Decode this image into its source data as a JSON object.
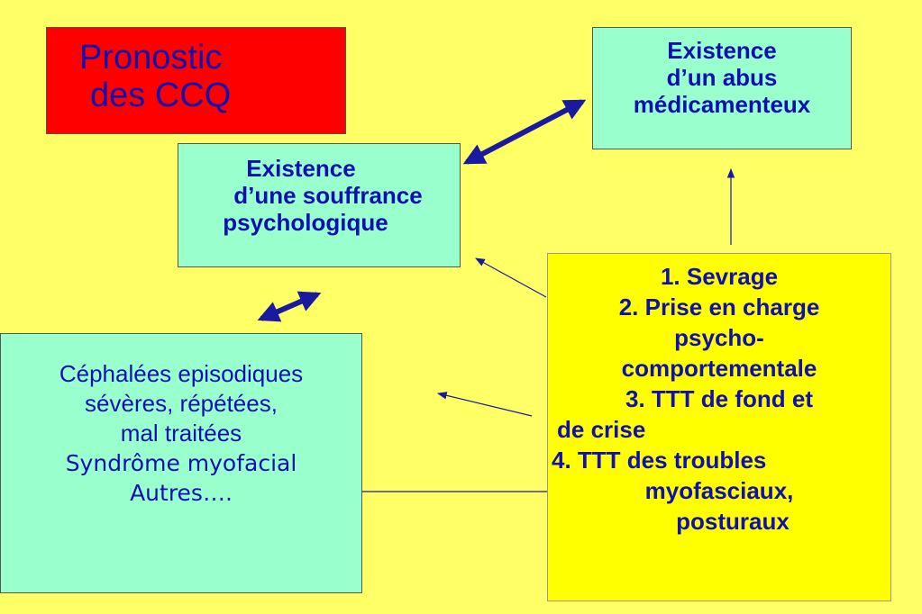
{
  "title": {
    "line1": "Pronostic",
    "line2": "des CCQ"
  },
  "abus": {
    "line1": "Existence",
    "line2": "d’un abus",
    "line3": "médicamenteux"
  },
  "souffrance": {
    "line1": "Existence",
    "line2": "d’une souffrance",
    "line3": "psychologique"
  },
  "cephalees": {
    "line1": "Céphalées episodiques",
    "line2": "sévères, répétées,",
    "line3": "mal traitées",
    "line4": "Syndrôme myofacial",
    "line5": "Autres…."
  },
  "traitement": {
    "line1": "1. Sevrage",
    "line2": "2. Prise en charge",
    "line3": "psycho-",
    "line4": "comportementale",
    "line5": "3. TTT de fond et",
    "line6": "de crise",
    "line7": "4. TTT des troubles",
    "line8": "myofasciaux,",
    "line9": "posturaux"
  },
  "colors": {
    "background": "#ffff66",
    "title_box": "#ff0000",
    "aqua_box": "#99ffcc",
    "treatment_box": "#ffff00",
    "text": "#1010b0",
    "arrow": "#1a1aa0"
  }
}
